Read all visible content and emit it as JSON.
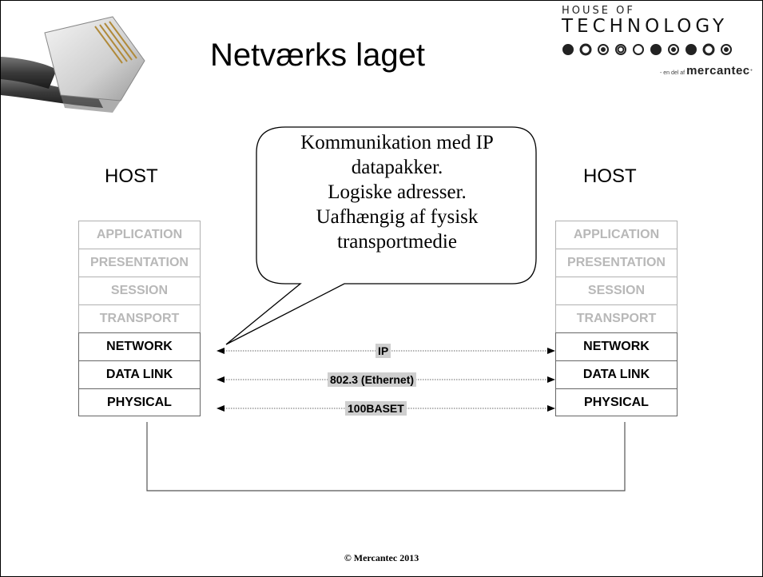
{
  "slide": {
    "title": "Netværks laget",
    "footer": "© Mercantec 2013"
  },
  "brand": {
    "top": "HOUSE OF",
    "main": "TECHNOLOGY",
    "tagline_prefix": "- en del af",
    "tagline_name": "mercantec"
  },
  "callout": {
    "lines": [
      "Kommunikation med IP",
      "datapakker.",
      "Logiske adresser.",
      "Uafhængig af fysisk",
      "transportmedie"
    ]
  },
  "hosts": [
    {
      "title": "HOST",
      "layers": [
        "APPLICATION",
        "PRESENTATION",
        "SESSION",
        "TRANSPORT",
        "NETWORK",
        "DATA LINK",
        "PHYSICAL"
      ]
    },
    {
      "title": "HOST",
      "layers": [
        "APPLICATION",
        "PRESENTATION",
        "SESSION",
        "TRANSPORT",
        "NETWORK",
        "DATA LINK",
        "PHYSICAL"
      ]
    }
  ],
  "links": [
    {
      "label": "IP"
    },
    {
      "label": "802.3 (Ethernet)"
    },
    {
      "label": "100BASET"
    }
  ],
  "colors": {
    "inactive_layer_text": "#b8b8b8",
    "active_layer_text": "#000000",
    "protocol_label_bg": "#cfcfcf"
  }
}
